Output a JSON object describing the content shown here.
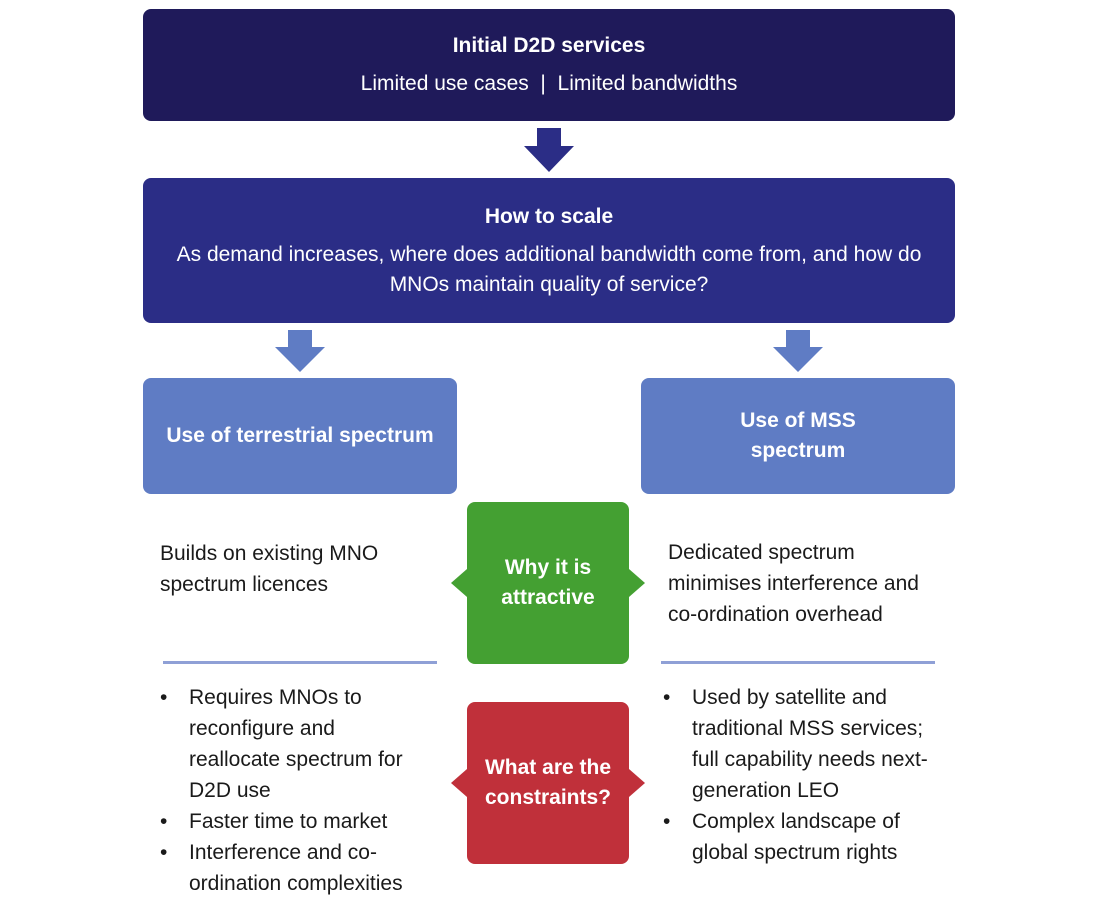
{
  "top": {
    "title": "Initial D2D services",
    "subtitle": "Limited use cases  |  Limited bandwidths"
  },
  "scale": {
    "title": "How to scale",
    "question": "As demand increases, where does additional bandwidth come from, and how do MNOs maintain quality of service?"
  },
  "options": {
    "left_title": "Use of terrestrial spectrum",
    "right_title": "Use of MSS spectrum"
  },
  "attractive": {
    "label": "Why it is attractive",
    "left": "Builds on existing MNO spectrum licences",
    "right": "Dedicated spectrum minimises interference and co-ordination overhead"
  },
  "constraints": {
    "label": "What are the constraints?",
    "left": [
      "Requires MNOs to reconfigure and reallocate spectrum for D2D use",
      "Faster time to market",
      "Interference and co-ordination complexities"
    ],
    "right": [
      "Used by satellite and traditional MSS services; full capability needs next-generation LEO",
      "Complex landscape of global spectrum rights"
    ]
  },
  "colors": {
    "top_box": "#1f1a5a",
    "scale_box": "#2b2d86",
    "option_box": "#5f7cc4",
    "attractive_box": "#44a032",
    "constraints_box": "#c0303a",
    "divider": "#8fa0d6"
  }
}
